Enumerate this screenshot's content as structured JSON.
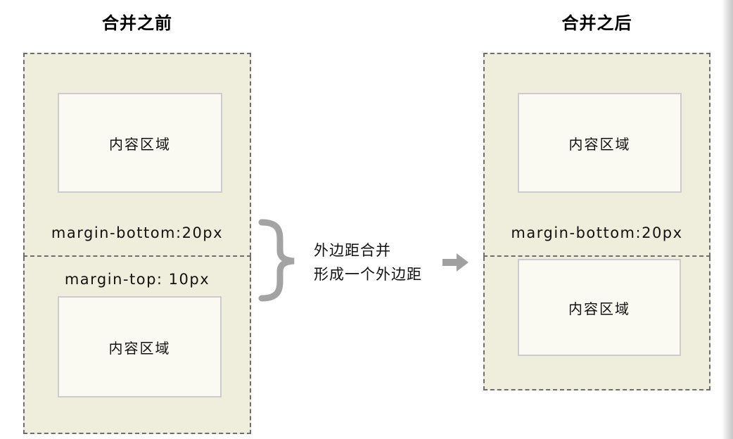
{
  "before": {
    "title": "合并之前",
    "top_block": {
      "content_label": "内容区域",
      "margin_label": "margin-bottom:20px"
    },
    "bottom_block": {
      "margin_label": "margin-top: 10px",
      "content_label": "内容区域"
    }
  },
  "middle": {
    "annotation_line1": "外边距合并",
    "annotation_line2": "形成一个外边距"
  },
  "after": {
    "title": "合并之后",
    "top_block": {
      "content_label": "内容区域",
      "margin_label": "margin-bottom:20px"
    },
    "bottom_block": {
      "content_label": "内容区域"
    }
  },
  "colors": {
    "container_bg": "#efeedd",
    "container_border": "#6e6e6e",
    "content_bg": "#fbfaf2",
    "content_border": "#cccccc",
    "annotation_gray": "#a3a3a3",
    "arrow_gray": "#a0a0a0",
    "text": "#111111"
  }
}
